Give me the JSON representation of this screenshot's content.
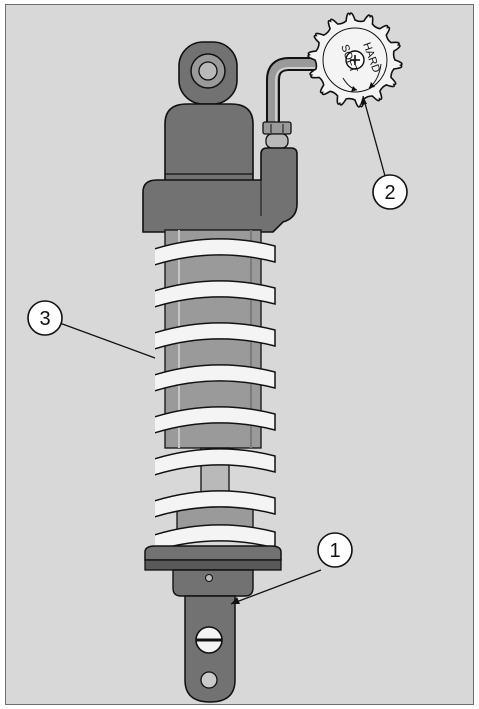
{
  "colors": {
    "panel": "#d8d8d8",
    "panel_border": "#6e6e6e",
    "body_fill": "#727272",
    "body_dark": "#585858",
    "metal_light": "#b9b9b9",
    "metal_mid": "#9a9a9a",
    "spring_fill": "#f4f4f4",
    "outline": "#111111",
    "callout_fill": "#ffffff"
  },
  "knob": {
    "soft_label": "SOFT",
    "hard_label": "HARD",
    "screw_icon": "phillips-screw-icon"
  },
  "callouts": [
    {
      "id": "callout-1",
      "label": "1"
    },
    {
      "id": "callout-2",
      "label": "2"
    },
    {
      "id": "callout-3",
      "label": "3"
    }
  ]
}
